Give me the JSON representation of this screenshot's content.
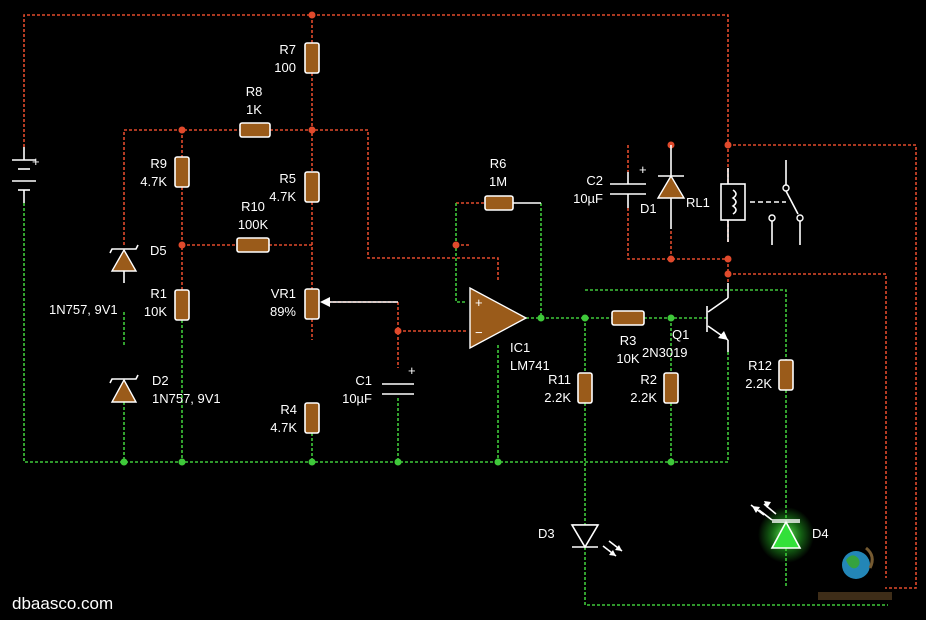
{
  "components": {
    "r7": {
      "ref": "R7",
      "value": "100"
    },
    "r8": {
      "ref": "R8",
      "value": "1K"
    },
    "r9": {
      "ref": "R9",
      "value": "4.7K"
    },
    "r5": {
      "ref": "R5",
      "value": "4.7K"
    },
    "r10": {
      "ref": "R10",
      "value": "100K"
    },
    "d5": {
      "ref": "D5"
    },
    "r1": {
      "ref": "R1",
      "value": "10K"
    },
    "vr1": {
      "ref": "VR1",
      "value": "89%"
    },
    "d1z": {
      "value": "1N757, 9V1"
    },
    "d2": {
      "ref": "D2",
      "value": "1N757, 9V1"
    },
    "c1": {
      "ref": "C1",
      "value": "10µF"
    },
    "r4": {
      "ref": "R4",
      "value": "4.7K"
    },
    "r6": {
      "ref": "R6",
      "value": "1M"
    },
    "ic1": {
      "ref": "IC1",
      "value": "LM741"
    },
    "c2": {
      "ref": "C2",
      "value": "10µF"
    },
    "d1": {
      "ref": "D1"
    },
    "rl1": {
      "ref": "RL1"
    },
    "r3": {
      "ref": "R3",
      "value": "10K"
    },
    "q1": {
      "ref": "Q1",
      "value": "2N3019"
    },
    "r11": {
      "ref": "R11",
      "value": "2.2K"
    },
    "r2": {
      "ref": "R2",
      "value": "2.2K"
    },
    "r12": {
      "ref": "R12",
      "value": "2.2K"
    },
    "d3": {
      "ref": "D3"
    },
    "d4": {
      "ref": "D4"
    }
  },
  "polarity": {
    "plus": "+",
    "minus": "−"
  },
  "credit": "dbaasco.com",
  "colors": {
    "positive_wire": "#e14a2c",
    "ground_wire": "#3fc83a",
    "body": "#9a5b1a",
    "led_on": "#33e03a"
  }
}
